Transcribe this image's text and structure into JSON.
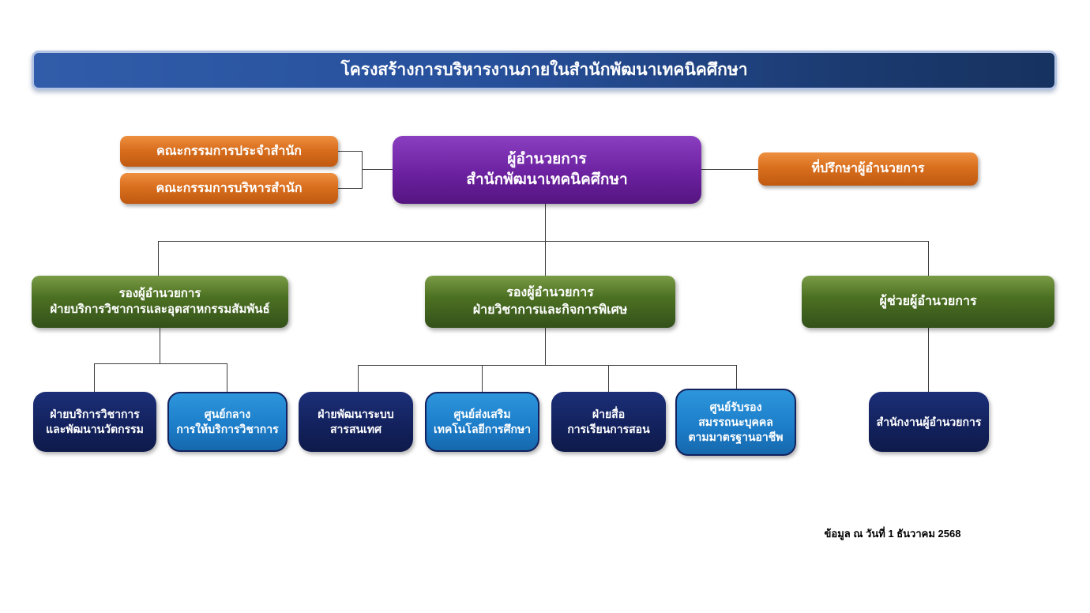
{
  "title": "โครงสร้างการบริหารงานภายในสำนักพัฒนาเทคนิคศึกษา",
  "committees": [
    {
      "label": "คณะกรรมการประจำสำนัก"
    },
    {
      "label": "คณะกรรมการบริหารสำนัก"
    }
  ],
  "director": {
    "line1": "ผู้อำนวยการ",
    "line2": "สำนักพัฒนาเทคนิคศึกษา"
  },
  "advisor": {
    "label": "ที่ปรึกษาผู้อำนวยการ"
  },
  "deputies": [
    {
      "line1": "รองผู้อำนวยการ",
      "line2": "ฝ่ายบริการวิชาการและอุตสาหกรรมสัมพันธ์"
    },
    {
      "line1": "รองผู้อำนวยการ",
      "line2": "ฝ่ายวิชาการและกิจการพิเศษ"
    },
    {
      "line1": "ผู้ช่วยผู้อำนวยการ"
    }
  ],
  "units": [
    {
      "line1": "ฝ่ายบริการวิชาการ",
      "line2": "และพัฒนานวัตกรรม",
      "type": "department"
    },
    {
      "line1": "ศูนย์กลาง",
      "line2": "การให้บริการวิชาการ",
      "type": "center"
    },
    {
      "line1": "ฝ่ายพัฒนาระบบ",
      "line2": "สารสนเทศ",
      "type": "department"
    },
    {
      "line1": "ศูนย์ส่งเสริม",
      "line2": "เทคโนโลยีการศึกษา",
      "type": "center"
    },
    {
      "line1": "ฝ่ายสื่อ",
      "line2": "การเรียนการสอน",
      "type": "department"
    },
    {
      "line1": "ศูนย์รับรอง",
      "line2": "สมรรถนะบุคคล",
      "line3": "ตามมาตรฐานอาชีพ",
      "type": "center"
    },
    {
      "line1": "สำนักงานผู้อำนวยการ",
      "type": "department"
    }
  ],
  "footnote": "ข้อมูล ณ วันที่ 1 ธันวาคม 2568",
  "colors": {
    "banner_blue": "#27509b",
    "banner_dark": "#16325f",
    "banner_glow": "#b2c3e4",
    "orange": "#d2691e",
    "purple": "#6b21a0",
    "green": "#4c7022",
    "navy": "#13225e",
    "light_blue": "#1c7cc8",
    "connector": "#3d3d3d"
  }
}
